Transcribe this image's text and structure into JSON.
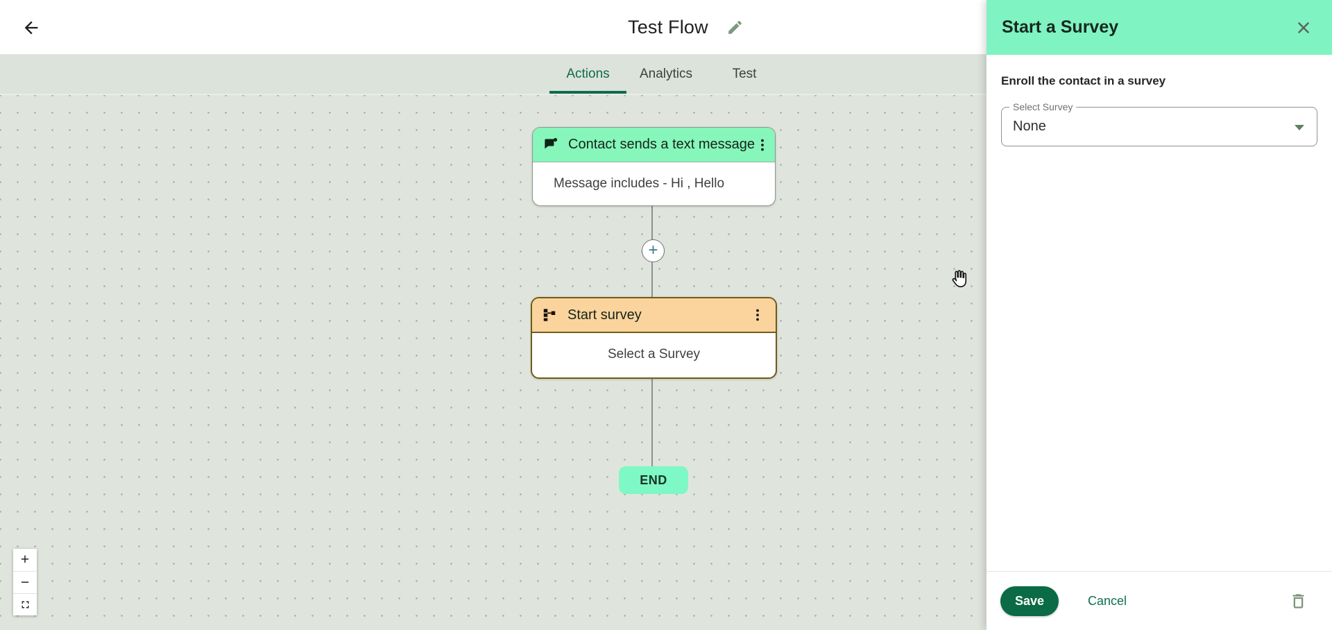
{
  "topbar": {
    "title": "Test Flow"
  },
  "tabs": [
    {
      "label": "Actions",
      "active": true
    },
    {
      "label": "Analytics",
      "active": false
    },
    {
      "label": "Test",
      "active": false
    }
  ],
  "flow": {
    "add_label": "+",
    "end_label": "END",
    "nodes": [
      {
        "title": "Contact sends a text message",
        "body": "Message includes - Hi , Hello",
        "icon": "chat-unread-icon",
        "header_color": "#86f6ba"
      },
      {
        "title": "Start survey",
        "body": "Select a Survey",
        "icon": "schema-icon",
        "header_color": "#fbd49d",
        "selected": true
      }
    ]
  },
  "zoom_controls": {
    "zoom_in": "+",
    "zoom_out": "−"
  },
  "panel": {
    "title": "Start a Survey",
    "description": "Enroll the contact in a survey",
    "select": {
      "label": "Select Survey",
      "value": "None"
    },
    "actions": {
      "save": "Save",
      "cancel": "Cancel"
    }
  },
  "colors": {
    "accent_green": "#0e6b50",
    "trigger_header": "#86f6ba",
    "action_header": "#fbd49d",
    "action_border": "#6f5b16",
    "panel_header": "#7ff3c1",
    "end_pill": "#7ef8c4",
    "save_button": "#0a6b46",
    "canvas_bg": "#dfe5dd"
  }
}
